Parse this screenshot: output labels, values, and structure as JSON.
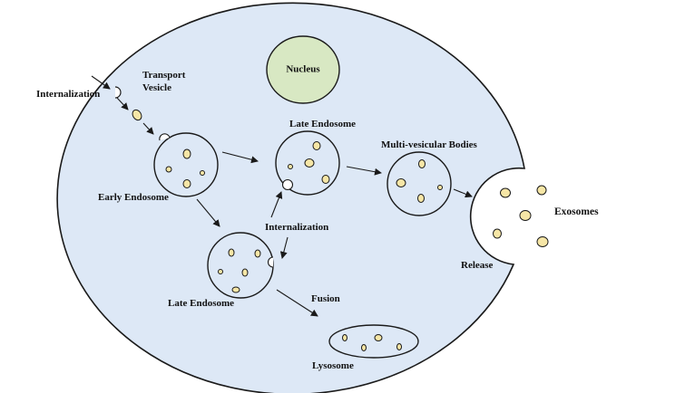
{
  "colors": {
    "cell_fill": "#dde8f6",
    "nucleus_fill": "#d8e8c3",
    "vesicle_fill": "#f6e6a6",
    "outline": "#1a1a1a",
    "background": "#ffffff"
  },
  "labels": {
    "nucleus": "Nucleus",
    "transport_vesicle_line1": "Transport",
    "transport_vesicle_line2": "Vesicle",
    "internalization_left": "Internalization",
    "early_endosome": "Early Endosome",
    "late_endosome_top": "Late Endosome",
    "multivesicular_bodies": "Multi-vesicular Bodies",
    "internalization_center": "Internalization",
    "late_endosome_bottom": "Late Endosome",
    "fusion": "Fusion",
    "lysosome": "Lysosome",
    "exosomes": "Exosomes",
    "release": "Release"
  }
}
